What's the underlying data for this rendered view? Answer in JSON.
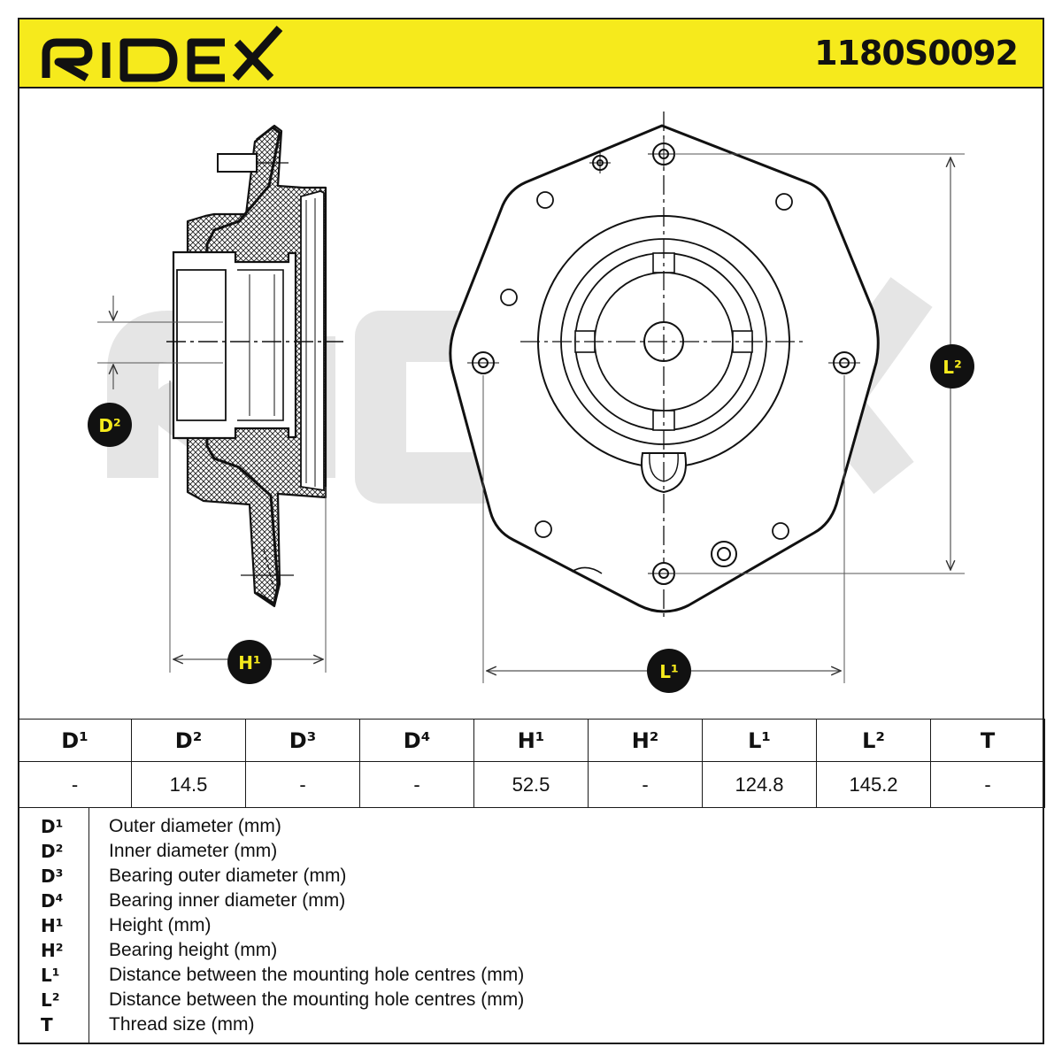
{
  "brand": {
    "logo_text": "RIDEX",
    "part_number": "1180S0092",
    "header_color": "#f6ea1c"
  },
  "drawing": {
    "labels": {
      "d2": "D²",
      "h1": "H¹",
      "l1": "L¹",
      "l2": "L²"
    },
    "watermark_text": "RIDEX"
  },
  "table": {
    "headers": [
      "D¹",
      "D²",
      "D³",
      "D⁴",
      "H¹",
      "H²",
      "L¹",
      "L²",
      "T"
    ],
    "values": [
      "-",
      "14.5",
      "-",
      "-",
      "52.5",
      "-",
      "124.8",
      "145.2",
      "-"
    ]
  },
  "legend": [
    {
      "key": "D¹",
      "desc": "Outer diameter (mm)"
    },
    {
      "key": "D²",
      "desc": "Inner diameter (mm)"
    },
    {
      "key": "D³",
      "desc": "Bearing outer diameter (mm)"
    },
    {
      "key": "D⁴",
      "desc": "Bearing inner diameter (mm)"
    },
    {
      "key": "H¹",
      "desc": "Height (mm)"
    },
    {
      "key": "H²",
      "desc": "Bearing height (mm)"
    },
    {
      "key": "L¹",
      "desc": "Distance between the mounting hole centres (mm)"
    },
    {
      "key": "L²",
      "desc": "Distance between the mounting hole centres (mm)"
    },
    {
      "key": "T",
      "desc": "Thread size (mm)"
    }
  ]
}
